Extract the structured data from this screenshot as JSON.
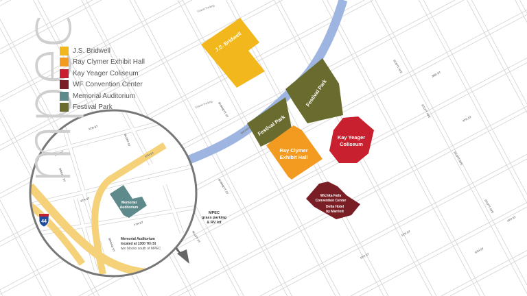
{
  "logo": "mpec",
  "legend": [
    {
      "label": "J.S. Bridwell",
      "color": "#F2B71C"
    },
    {
      "label": "Ray Clymer Exhibit Hall",
      "color": "#F39A21"
    },
    {
      "label": "Kay Yeager Coliseum",
      "color": "#C8202F"
    },
    {
      "label": "WF Convention Center",
      "color": "#7A1E25"
    },
    {
      "label": "Memorial Auditorium",
      "color": "#5E8A8C"
    },
    {
      "label": "Festival Park",
      "color": "#6A6C2F"
    }
  ],
  "buildings": {
    "bridwell": "J.S. Bridwell",
    "festival_1": "Festival Park",
    "festival_2": "Festival Park",
    "clymer_1": "Ray Clymer",
    "clymer_2": "Exhibit Hall",
    "yeager_1": "Kay Yeager",
    "yeager_2": "Coliseum",
    "convention_1": "Wichita Falls",
    "convention_2": "Convention Center",
    "hotel_1": "Delta Hotel",
    "hotel_2": "by Marriott",
    "memorial_1": "Memorial",
    "memorial_2": "Auditorium"
  },
  "river": {
    "label": "WICHITA RIVER",
    "color": "#9DB5E0"
  },
  "parking": {
    "line1": "MPEC",
    "line2": "grass parking",
    "line3": "& RV lot"
  },
  "streets": {
    "burnett": "BURNETT ST",
    "bluff": "BLUFF ST",
    "scott": "SCOTT AVE",
    "third": "3RD ST",
    "fourth": "4TH ST",
    "fifth": "5TH ST",
    "sixth": "6TH ST",
    "seventh": "7TH ST",
    "broad": "BROAD ST",
    "gravel": "Gravel Parking"
  },
  "inset": {
    "highway": "44",
    "note_1": "Memorial Auditorium",
    "note_2": "located at 1300 7th St",
    "note_3": "two blocks south of MPEC",
    "fifth": "5TH ST",
    "sixth": "6TH ST",
    "seventh": "7TH ST",
    "broad": "BROAD ST",
    "bluff": "BLUFF ST"
  }
}
